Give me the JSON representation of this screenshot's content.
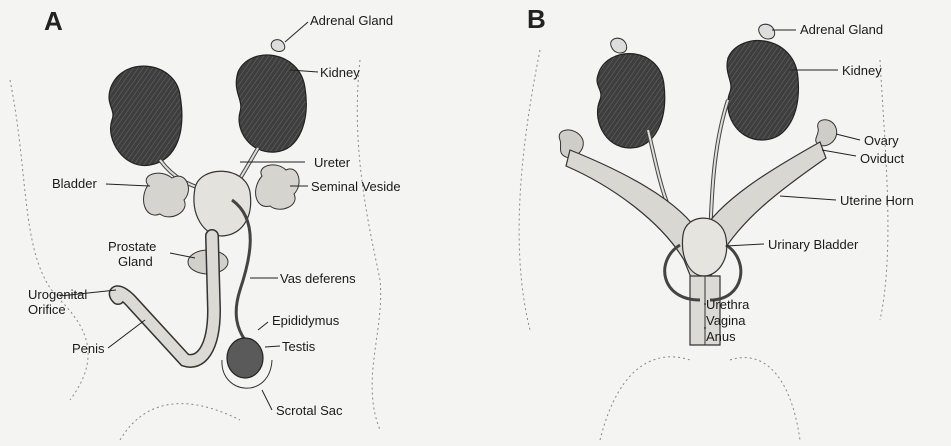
{
  "panels": {
    "a": {
      "letter": "A",
      "labels": {
        "adrenal_gland": "Adrenal Gland",
        "kidney": "Kidney",
        "ureter": "Ureter",
        "bladder": "Bladder",
        "seminal_vesicle": "Seminal Veside",
        "prostate_line1": "Prostate",
        "prostate_line2": "Gland",
        "vas_deferens": "Vas deferens",
        "urogenital_line1": "Urogenital",
        "urogenital_line2": "Orifice",
        "epididymus": "Epididymus",
        "penis": "Penis",
        "testis": "Testis",
        "scrotal_sac": "Scrotal Sac"
      }
    },
    "b": {
      "letter": "B",
      "labels": {
        "adrenal_gland": "Adrenal Gland",
        "kidney": "Kidney",
        "ovary": "Ovary",
        "oviduct": "Oviduct",
        "uterine_horn": "Uterine Horn",
        "urinary_bladder": "Urinary Bladder",
        "urethra": "Urethra",
        "vagina": "Vagina",
        "anus": "Anus"
      }
    }
  },
  "colors": {
    "kidney": "#4a4a4a",
    "tissue": "#d9d7d2",
    "outline": "#333333",
    "leader": "#222222"
  }
}
